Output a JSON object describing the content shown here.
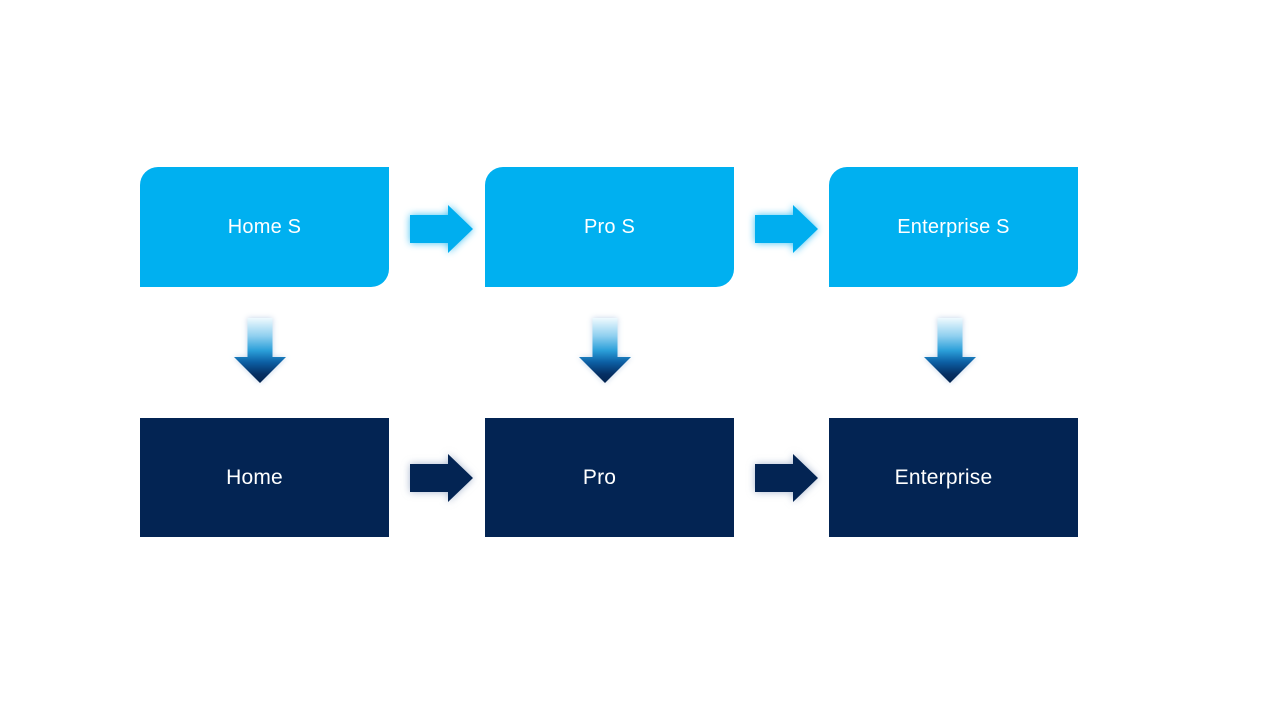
{
  "diagram": {
    "columns": [
      {
        "top": {
          "label": "Home S"
        },
        "bottom": {
          "label": "Home"
        }
      },
      {
        "top": {
          "label": "Pro S"
        },
        "bottom": {
          "label": "Pro"
        }
      },
      {
        "top": {
          "label": "Enterprise S"
        },
        "bottom": {
          "label": "Enterprise"
        }
      }
    ],
    "icons": {
      "horizontal_connector": "right-arrow-icon",
      "vertical_connector": "down-arrow-icon"
    },
    "colors": {
      "canvas_bg": "#FFFFFF",
      "top_box_fill": "#00B0F0",
      "bottom_box_fill": "#032453",
      "label_text": "#FFFFFF",
      "h_arrow_light_fill": "#00AEEF",
      "h_arrow_dark_fill": "#032453",
      "down_arrow_gradient_top": "#EFFAFE",
      "down_arrow_gradient_mid": "#2B9FD9",
      "down_arrow_gradient_bottom": "#04234E",
      "light_glow": "rgba(0,174,239,0.75)",
      "dark_glow": "rgba(96,122,166,0.55)"
    }
  }
}
